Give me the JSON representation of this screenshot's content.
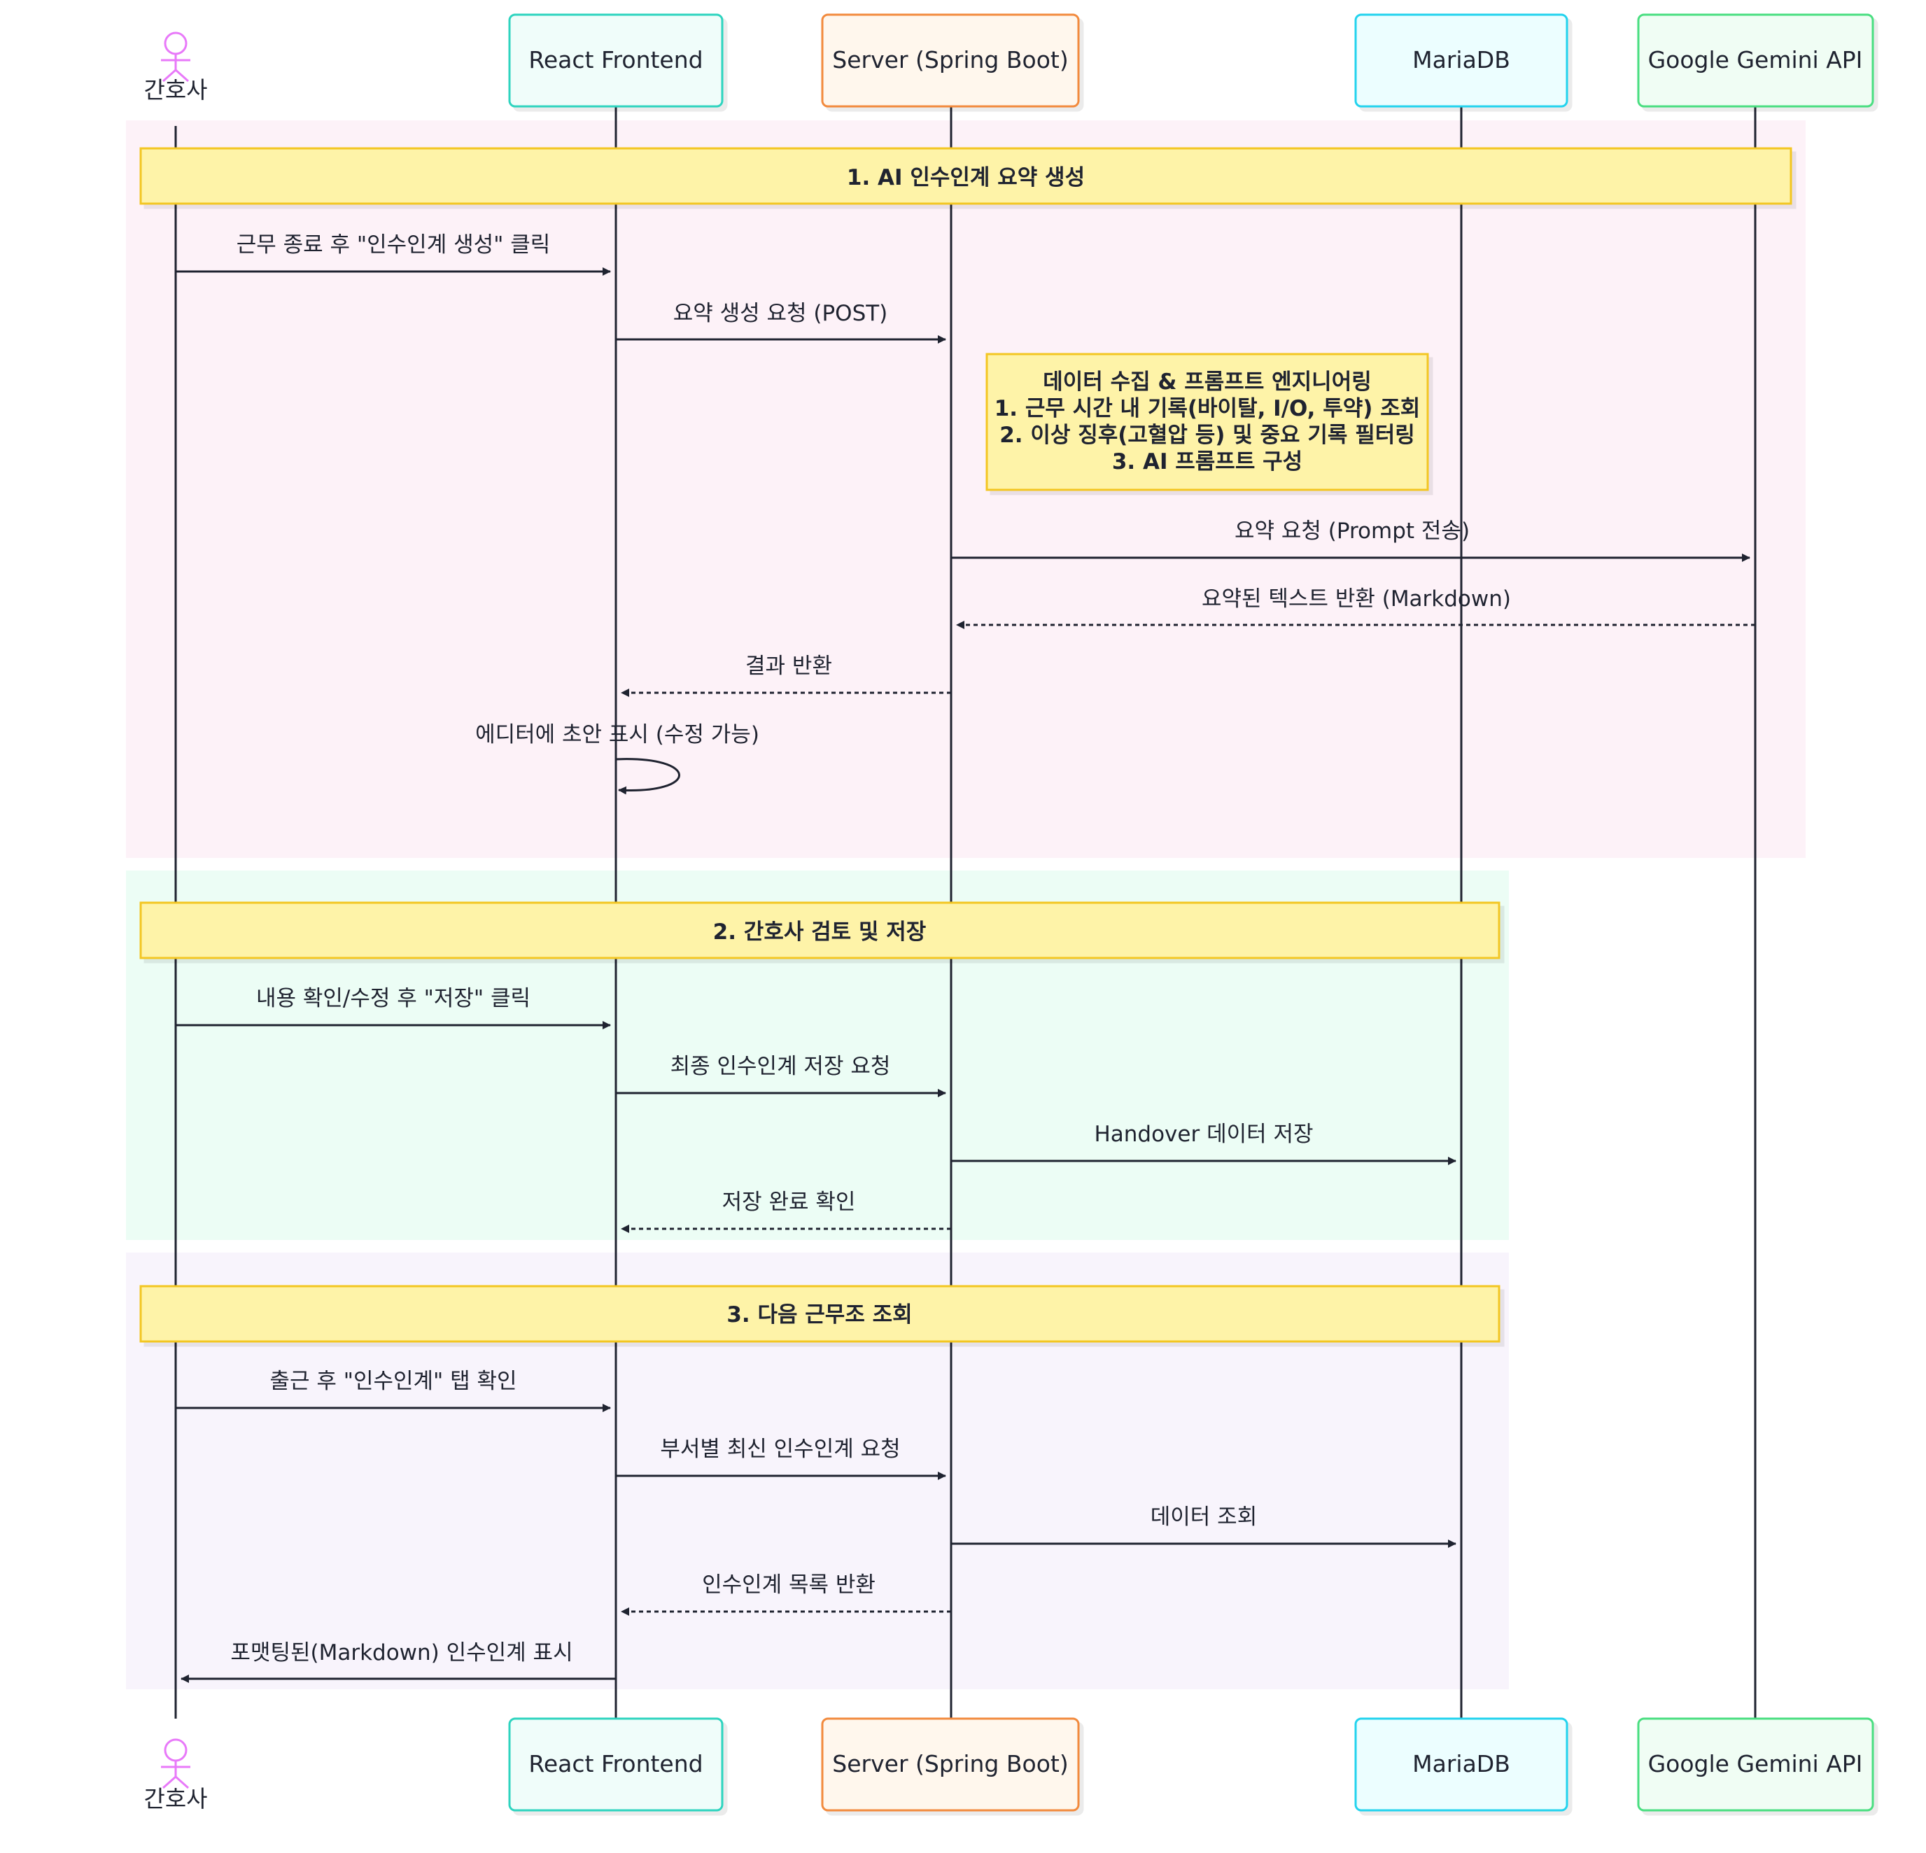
{
  "participants": [
    {
      "id": "nurse",
      "label": "간호사",
      "kind": "actor",
      "color": "#e879f9"
    },
    {
      "id": "react",
      "label": "React Frontend",
      "kind": "box",
      "border": "#2dd4bf",
      "fill": "#f0fdfa"
    },
    {
      "id": "server",
      "label": "Server (Spring Boot)",
      "kind": "box",
      "border": "#f28a3c",
      "fill": "#fff7ed"
    },
    {
      "id": "db",
      "label": "MariaDB",
      "kind": "box",
      "border": "#22d3ee",
      "fill": "#ecfeff"
    },
    {
      "id": "gemini",
      "label": "Google Gemini API",
      "kind": "box",
      "border": "#4ade80",
      "fill": "#f0fdf4"
    }
  ],
  "sections": [
    {
      "title": "1. AI 인수인계 요약 생성",
      "bg": "#fdf2f8",
      "messages": [
        {
          "from": "nurse",
          "to": "react",
          "label": "근무 종료 후 \"인수인계 생성\" 클릭",
          "style": "solid"
        },
        {
          "from": "react",
          "to": "server",
          "label": "요약 생성 요청 (POST)",
          "style": "solid"
        },
        {
          "note": [
            "데이터 수집 & 프롬프트 엔지니어링",
            "1. 근무 시간 내 기록(바이탈, I/O, 투약) 조회",
            "2. 이상 징후(고혈압 등) 및 중요 기록 필터링",
            "3. AI 프롬프트 구성"
          ]
        },
        {
          "from": "server",
          "to": "gemini",
          "label": "요약 요청 (Prompt 전송)",
          "style": "solid"
        },
        {
          "from": "gemini",
          "to": "server",
          "label": "요약된 텍스트 반환 (Markdown)",
          "style": "dashed"
        },
        {
          "from": "server",
          "to": "react",
          "label": "결과 반환",
          "style": "dashed"
        },
        {
          "from": "react",
          "to": "react",
          "label": "에디터에 초안 표시 (수정 가능)",
          "style": "self"
        }
      ]
    },
    {
      "title": "2. 간호사 검토 및 저장",
      "bg": "#ecfdf5",
      "messages": [
        {
          "from": "nurse",
          "to": "react",
          "label": "내용 확인/수정 후 \"저장\" 클릭",
          "style": "solid"
        },
        {
          "from": "react",
          "to": "server",
          "label": "최종 인수인계 저장 요청",
          "style": "solid"
        },
        {
          "from": "server",
          "to": "db",
          "label": "Handover 데이터 저장",
          "style": "solid"
        },
        {
          "from": "server",
          "to": "react",
          "label": "저장 완료 확인",
          "style": "dashed"
        }
      ]
    },
    {
      "title": "3. 다음 근무조 조회",
      "bg": "#f8f4fc",
      "messages": [
        {
          "from": "nurse",
          "to": "react",
          "label": "출근 후 \"인수인계\" 탭 확인",
          "style": "solid"
        },
        {
          "from": "react",
          "to": "server",
          "label": "부서별 최신 인수인계 요청",
          "style": "solid"
        },
        {
          "from": "server",
          "to": "db",
          "label": "데이터 조회",
          "style": "solid"
        },
        {
          "from": "server",
          "to": "react",
          "label": "인수인계 목록 반환",
          "style": "dashed"
        },
        {
          "from": "react",
          "to": "nurse",
          "label": "포맷팅된(Markdown) 인수인계 표시",
          "style": "solid"
        }
      ]
    }
  ],
  "colors": {
    "line": "#1f2330",
    "section_title_fill": "#fef3a8",
    "section_title_border": "#f3c623",
    "note_fill": "#fef3a8",
    "note_border": "#f3c623"
  }
}
